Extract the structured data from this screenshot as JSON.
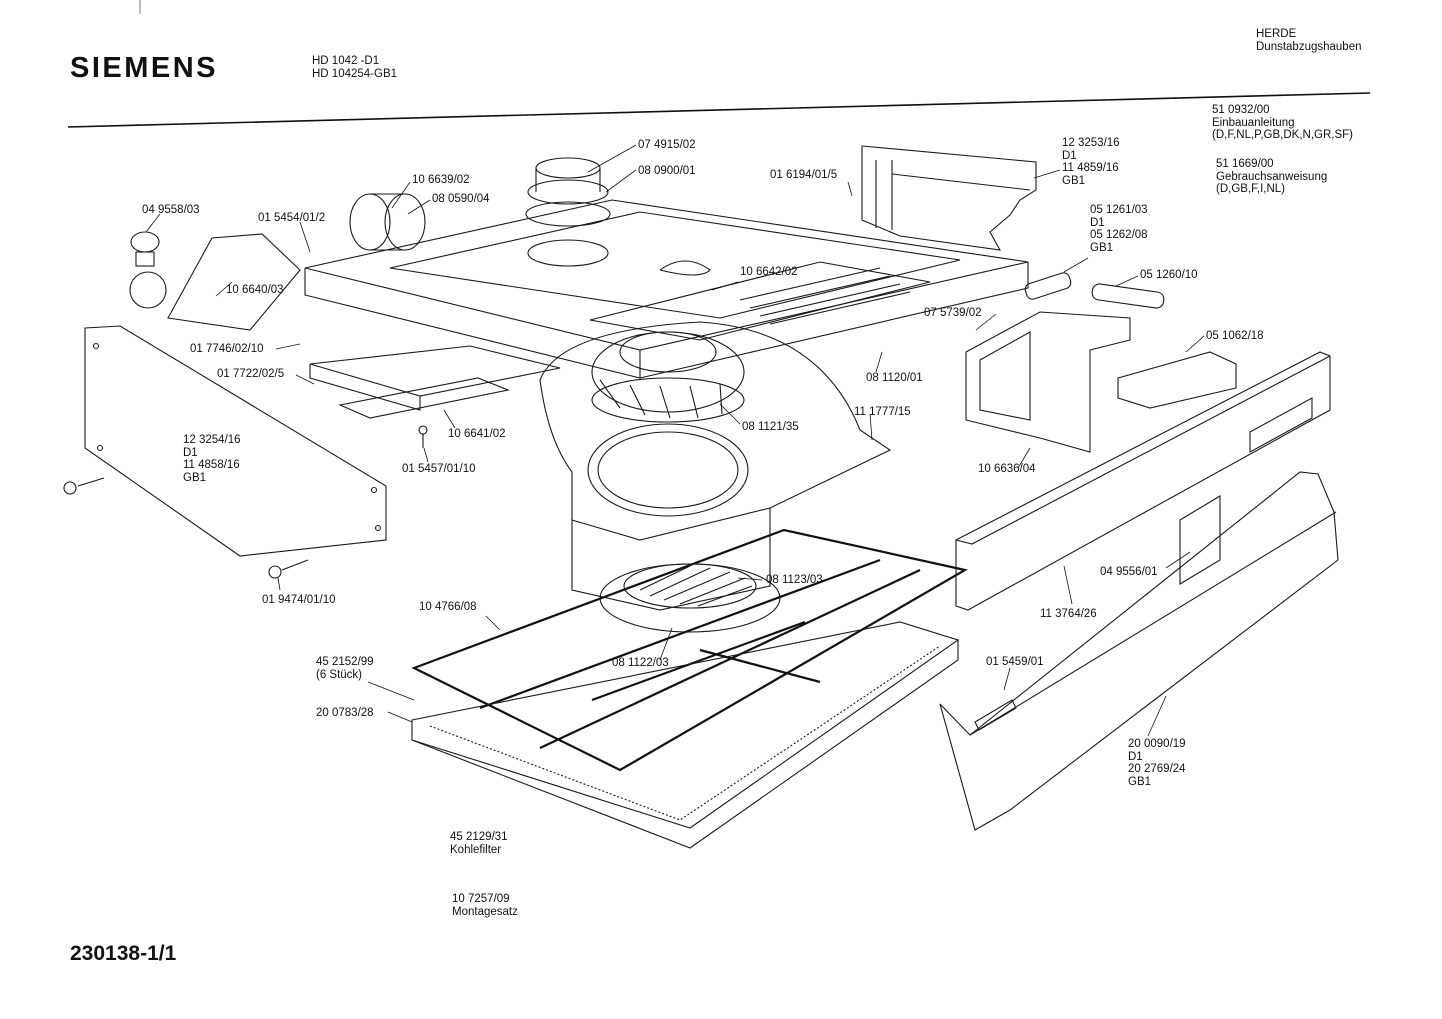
{
  "header": {
    "brand": "SIEMENS",
    "model_line1": "HD 1042   -D1",
    "model_line2": "HD 104254-GB1",
    "category": "HERDE",
    "subcategory": "Dunstabzugshauben"
  },
  "documents": [
    {
      "part": "51 0932/00",
      "lines": [
        "Einbauanleitung",
        "(D,F,NL,P,GB,DK,N,GR,SF)"
      ]
    },
    {
      "part": "51 1669/00",
      "lines": [
        "Gebrauchsanweisung",
        "(D,GB,F,I,NL)"
      ]
    }
  ],
  "labels": [
    {
      "id": "l1",
      "lines": [
        "07 4915/02"
      ]
    },
    {
      "id": "l2",
      "lines": [
        "08 0900/01"
      ]
    },
    {
      "id": "l3",
      "lines": [
        "10 6639/02"
      ]
    },
    {
      "id": "l4",
      "lines": [
        "08 0590/04"
      ]
    },
    {
      "id": "l5",
      "lines": [
        "04 9558/03"
      ]
    },
    {
      "id": "l6",
      "lines": [
        "01 5454/01/2"
      ]
    },
    {
      "id": "l7",
      "lines": [
        "01 6194/01/5"
      ]
    },
    {
      "id": "l8",
      "lines": [
        "12 3253/16",
        "D1",
        "11 4859/16",
        "GB1"
      ]
    },
    {
      "id": "l9",
      "lines": [
        "05 1261/03",
        "D1",
        "05 1262/08",
        "GB1"
      ]
    },
    {
      "id": "l10",
      "lines": [
        "05 1260/10"
      ]
    },
    {
      "id": "l11",
      "lines": [
        "10 6640/03"
      ]
    },
    {
      "id": "l12",
      "lines": [
        "10 6642/02"
      ]
    },
    {
      "id": "l13",
      "lines": [
        "07 5739/02"
      ]
    },
    {
      "id": "l14",
      "lines": [
        "05 1062/18"
      ]
    },
    {
      "id": "l15",
      "lines": [
        "01 7746/02/10"
      ]
    },
    {
      "id": "l16",
      "lines": [
        "01 7722/02/5"
      ]
    },
    {
      "id": "l17",
      "lines": [
        "08 1120/01"
      ]
    },
    {
      "id": "l18",
      "lines": [
        "11 1777/15"
      ]
    },
    {
      "id": "l19",
      "lines": [
        "08 1121/35"
      ]
    },
    {
      "id": "l20",
      "lines": [
        "10 6641/02"
      ]
    },
    {
      "id": "l21",
      "lines": [
        "12 3254/16",
        "D1",
        "11 4858/16",
        "GB1"
      ]
    },
    {
      "id": "l22",
      "lines": [
        "01 5457/01/10"
      ]
    },
    {
      "id": "l23",
      "lines": [
        "10 6636/04"
      ]
    },
    {
      "id": "l24",
      "lines": [
        "04 9556/01"
      ]
    },
    {
      "id": "l25",
      "lines": [
        "08 1123/03"
      ]
    },
    {
      "id": "l26",
      "lines": [
        "01 9474/01/10"
      ]
    },
    {
      "id": "l27",
      "lines": [
        "10 4766/08"
      ]
    },
    {
      "id": "l28",
      "lines": [
        "11 3764/26"
      ]
    },
    {
      "id": "l29",
      "lines": [
        "08 1122/03"
      ]
    },
    {
      "id": "l30",
      "lines": [
        "45 2152/99",
        "(6 Stück)"
      ]
    },
    {
      "id": "l31",
      "lines": [
        "01 5459/01"
      ]
    },
    {
      "id": "l32",
      "lines": [
        "20 0783/28"
      ]
    },
    {
      "id": "l33",
      "lines": [
        "20 0090/19",
        "D1",
        "20 2769/24",
        "GB1"
      ]
    },
    {
      "id": "l34",
      "lines": [
        "45 2129/31",
        "Kohlefilter"
      ]
    },
    {
      "id": "l35",
      "lines": [
        "10 7257/09",
        "Montagesatz"
      ]
    }
  ],
  "footer": {
    "diagram_number": "230138-1/1"
  }
}
